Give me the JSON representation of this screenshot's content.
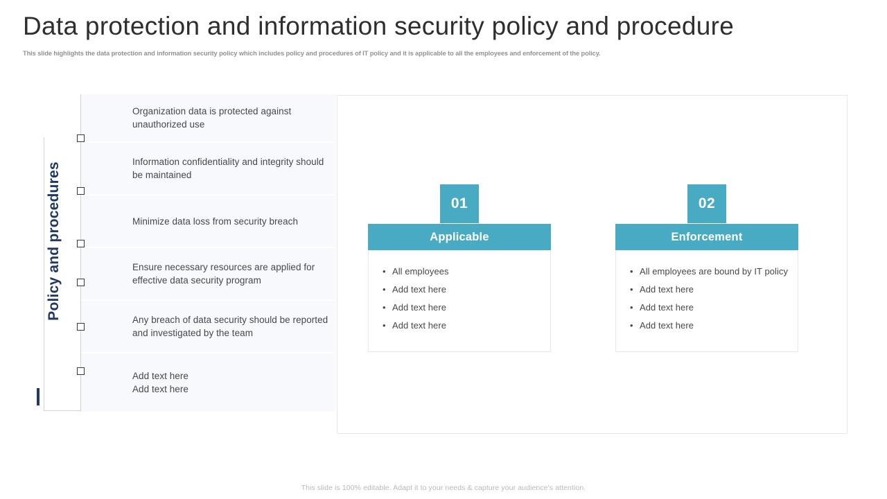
{
  "header": {
    "title": "Data protection and information security policy and procedure",
    "subtitle": "This slide highlights the data protection and information security policy which includes policy and procedures of IT  policy and it is applicable to all the employees and enforcement of the policy."
  },
  "colors": {
    "accent_teal": "#49abc3",
    "label_navy": "#1f3864",
    "title_gray": "#2e2e2e",
    "row_background": "#f7f9fc",
    "border_gray": "#e3e9ec"
  },
  "left_section": {
    "vertical_label": "Policy and procedures",
    "rows": [
      {
        "text": "Organization data is protected against unauthorized  use"
      },
      {
        "text": "Information  confidentiality  and  integrity  should be maintained"
      },
      {
        "text": "Minimize data loss from  security breach"
      },
      {
        "text": "Ensure  necessary  resources  are applied for effective data security  program"
      },
      {
        "text": "Any  breach  of data security  should  be reported and investigated by the team"
      },
      {
        "text": "Add text here\nAdd text here"
      }
    ]
  },
  "right_panel": {
    "cards": [
      {
        "number": "01",
        "title": "Applicable",
        "bullets": [
          "All employees",
          "Add text here",
          "Add text here",
          "Add text here"
        ]
      },
      {
        "number": "02",
        "title": "Enforcement",
        "bullets": [
          "All employees are bound by IT policy",
          "Add text here",
          "Add text here",
          "Add text here"
        ]
      }
    ]
  },
  "footer": {
    "note": "This slide is 100% editable. Adapt it to your needs & capture your audience's attention."
  }
}
